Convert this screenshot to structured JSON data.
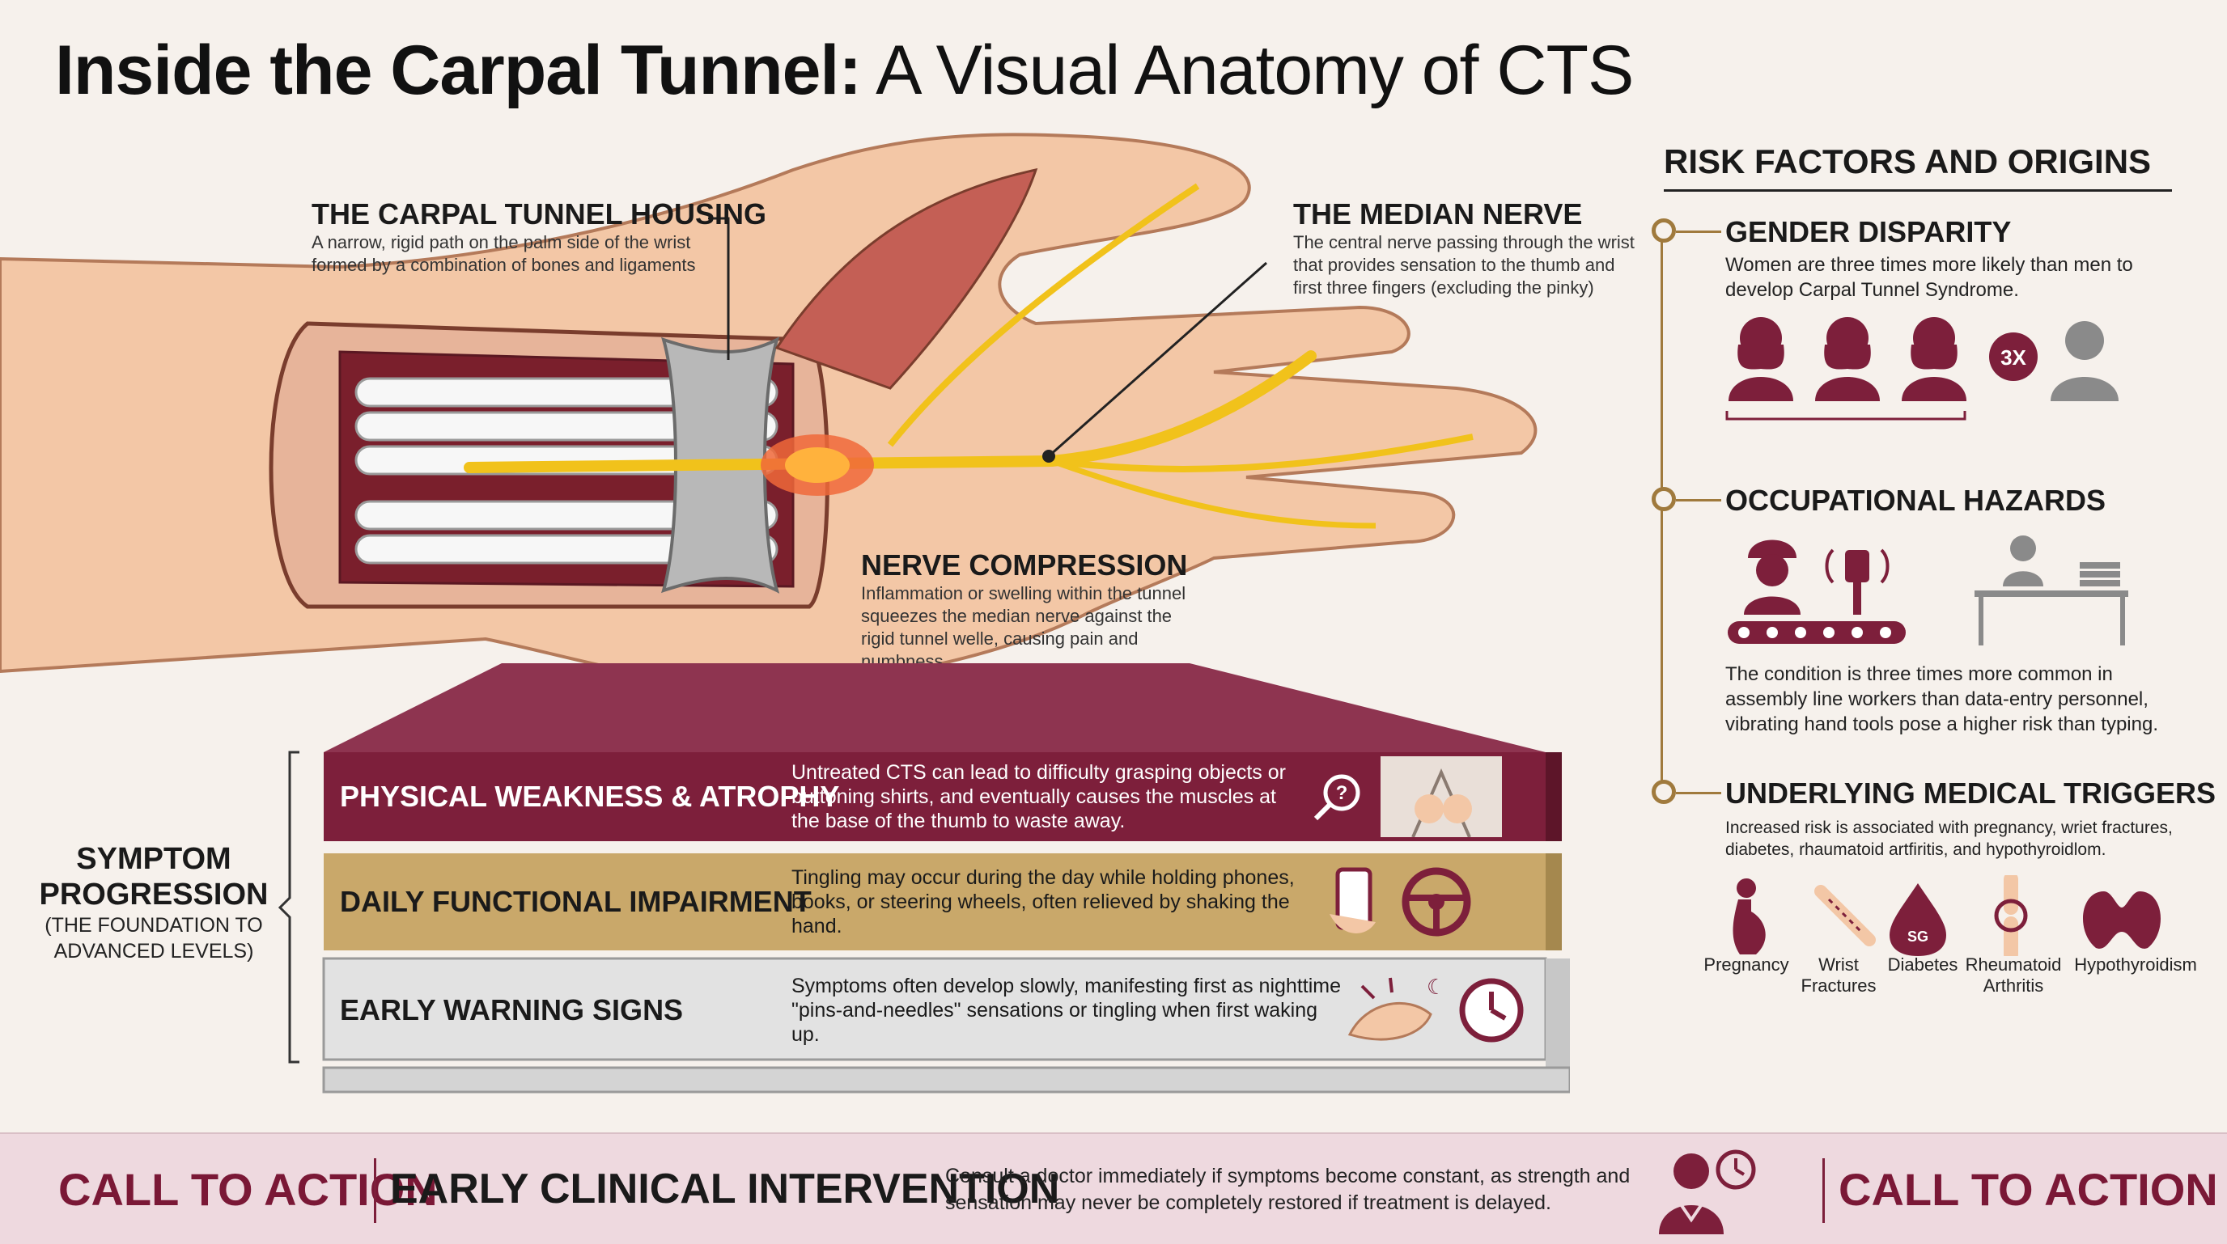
{
  "title": {
    "bold": "Inside the Carpal Tunnel:",
    "light": " A Visual Anatomy of CTS"
  },
  "anatomy": {
    "housing": {
      "heading": "THE CARPAL TUNNEL HOUSING",
      "text": "A narrow, rigid path on the palm side of the wrist formed by a combination of bones and ligaments"
    },
    "nerve": {
      "heading": "THE MEDIAN NERVE",
      "text": "The central nerve passing through the wrist that provides sensation to the thumb and first three fingers (excluding the pinky)"
    },
    "compression": {
      "heading": "NERVE COMPRESSION",
      "text": "Inflammation or swelling within the tunnel squeezes the median nerve against the rigid tunnel welle, causing pain and numbness."
    }
  },
  "symptom": {
    "label": "SYMPTOM PROGRESSION",
    "sub": "(THE FOUNDATION TO ADVANCED LEVELS)",
    "tiers": [
      {
        "label": "PHYSICAL WEAKNESS & ATROPHY",
        "text": "Untreated CTS can lead to difficulty grasping objects or buttoning shirts, and eventually causes the muscles at the base of the thumb to waste away.",
        "color": "#7d1f3b"
      },
      {
        "label": "DAILY FUNCTIONAL IMPAIRMENT",
        "text": "Tingling may occur during the day while holding phones, books, or steering wheels, often relieved by shaking the hand.",
        "color": "#c9a86a"
      },
      {
        "label": "EARLY WARNING SIGNS",
        "text": "Symptoms often develop slowly, manifesting first as nighttime \"pins-and-needles\" sensations or tingling when first waking up.",
        "color": "#e2e2e2"
      }
    ]
  },
  "risk": {
    "heading": "RISK FACTORS AND ORIGINS",
    "gender": {
      "heading": "GENDER DISPARITY",
      "text": "Women are three times more likely than men to develop Carpal Tunnel Syndrome.",
      "badge": "3X"
    },
    "occupational": {
      "heading": "OCCUPATIONAL HAZARDS",
      "text": "The condition is three times more common in assembly line workers than data-entry personnel, vibrating hand tools pose a higher risk than typing."
    },
    "medical": {
      "heading": "UNDERLYING MEDICAL TRIGGERS",
      "text": "Increased risk is associated with pregnancy, wriet fractures, diabetes, rhaumatoid artfiritis, and hypothyroidlom.",
      "diabetes_badge": "SG",
      "items": [
        "Pregnancy",
        "Wrist Fractures",
        "Diabetes",
        "Rheumatoid Arthritis",
        "Hypothyroidism"
      ]
    }
  },
  "cta": {
    "left": "CALL TO ACTION",
    "mid": "EARLY CLINICAL INTERVENTION",
    "text": "Consult a doctor immediately if symptoms become constant, as strength and sensation may never be completely restored if treatment is delayed.",
    "right": "CALL TO ACTION"
  },
  "colors": {
    "maroon": "#7d1f3b",
    "gold": "#c9a86a",
    "grey": "#e2e2e2",
    "nerve": "#f1c21b",
    "bar": "#eed9df"
  }
}
